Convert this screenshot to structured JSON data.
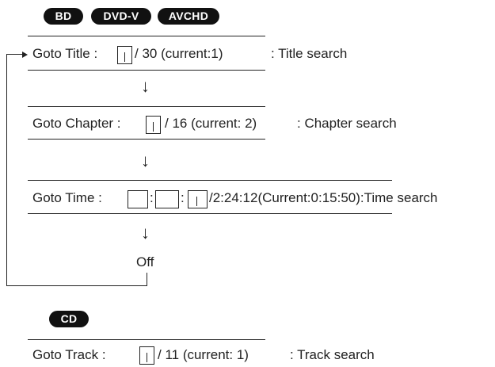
{
  "badges": {
    "bd": "BD",
    "dvd_v": "DVD-V",
    "avchd": "AVCHD",
    "cd": "CD"
  },
  "title_row": {
    "label": "Goto Title :",
    "total": "/ 30 (current:1)",
    "desc": ": Title search"
  },
  "chapter_row": {
    "label": "Goto Chapter :",
    "total": "/ 16 (current: 2)",
    "desc": ": Chapter search"
  },
  "time_row": {
    "label": "Goto Time :",
    "sep1": ":",
    "sep2": ":",
    "total": "/2:24:12(Current:0:15:50):Time search"
  },
  "off_label": "Off",
  "track_row": {
    "label": "Goto Track :",
    "total": "/ 11 (current: 1)",
    "desc": ": Track search"
  }
}
